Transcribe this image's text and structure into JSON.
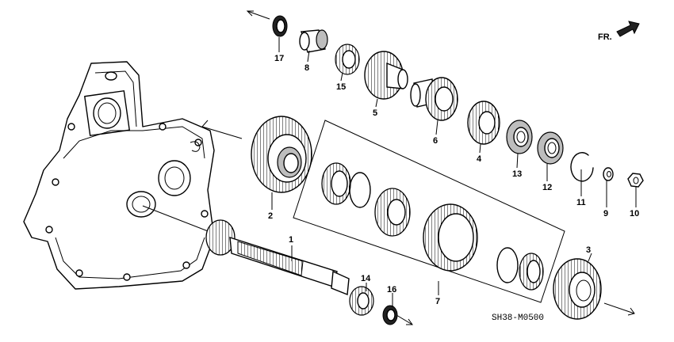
{
  "diagram": {
    "diagram_code": "SH38-M0500",
    "direction_label": "FR.",
    "part_labels": {
      "p1": "1",
      "p2": "2",
      "p3": "3",
      "p4": "4",
      "p5": "5",
      "p6": "6",
      "p7": "7",
      "p8": "8",
      "p9": "9",
      "p10": "10",
      "p11": "11",
      "p12": "12",
      "p13": "13",
      "p14": "14",
      "p15": "15",
      "p16": "16",
      "p17": "17"
    }
  }
}
